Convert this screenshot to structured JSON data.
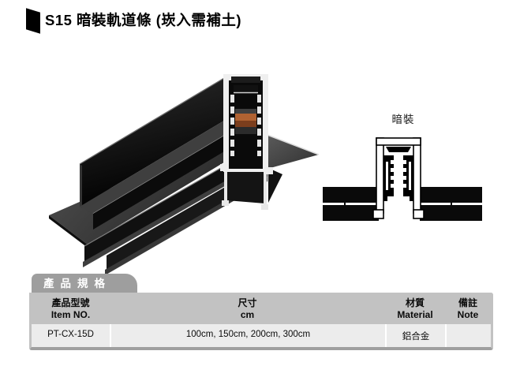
{
  "title": {
    "bullet_icon": "black-parallelogram-bullet-icon",
    "text": "S15 暗裝軌道條 (崁入需補土)"
  },
  "illustration": {
    "description": "3d-render-of-black-recessed-track-profile",
    "profile_color": "#0a0a0a",
    "conductor_copper_color": "#b06232",
    "end_cap_highlight_color": "#efefef"
  },
  "section_diagram": {
    "label": "暗裝",
    "description": "cross-section-of-recessed-track-in-ceiling-boards"
  },
  "spec_table": {
    "tab_title": "產品規格",
    "columns": [
      {
        "zh": "產品型號",
        "en": "Item NO."
      },
      {
        "zh": "尺寸",
        "en": "cm"
      },
      {
        "zh": "材質",
        "en": "Material"
      },
      {
        "zh": "備註",
        "en": "Note"
      }
    ],
    "rows": [
      {
        "item_no": "PT-CX-15D",
        "size": "100cm, 150cm, 200cm, 300cm",
        "material": "鋁合金",
        "note": ""
      }
    ],
    "colors": {
      "tab_bg": "#9e9e9e",
      "header_bg": "#c2c2c2",
      "row_bg": "#ececec",
      "divider": "#ffffff"
    }
  }
}
